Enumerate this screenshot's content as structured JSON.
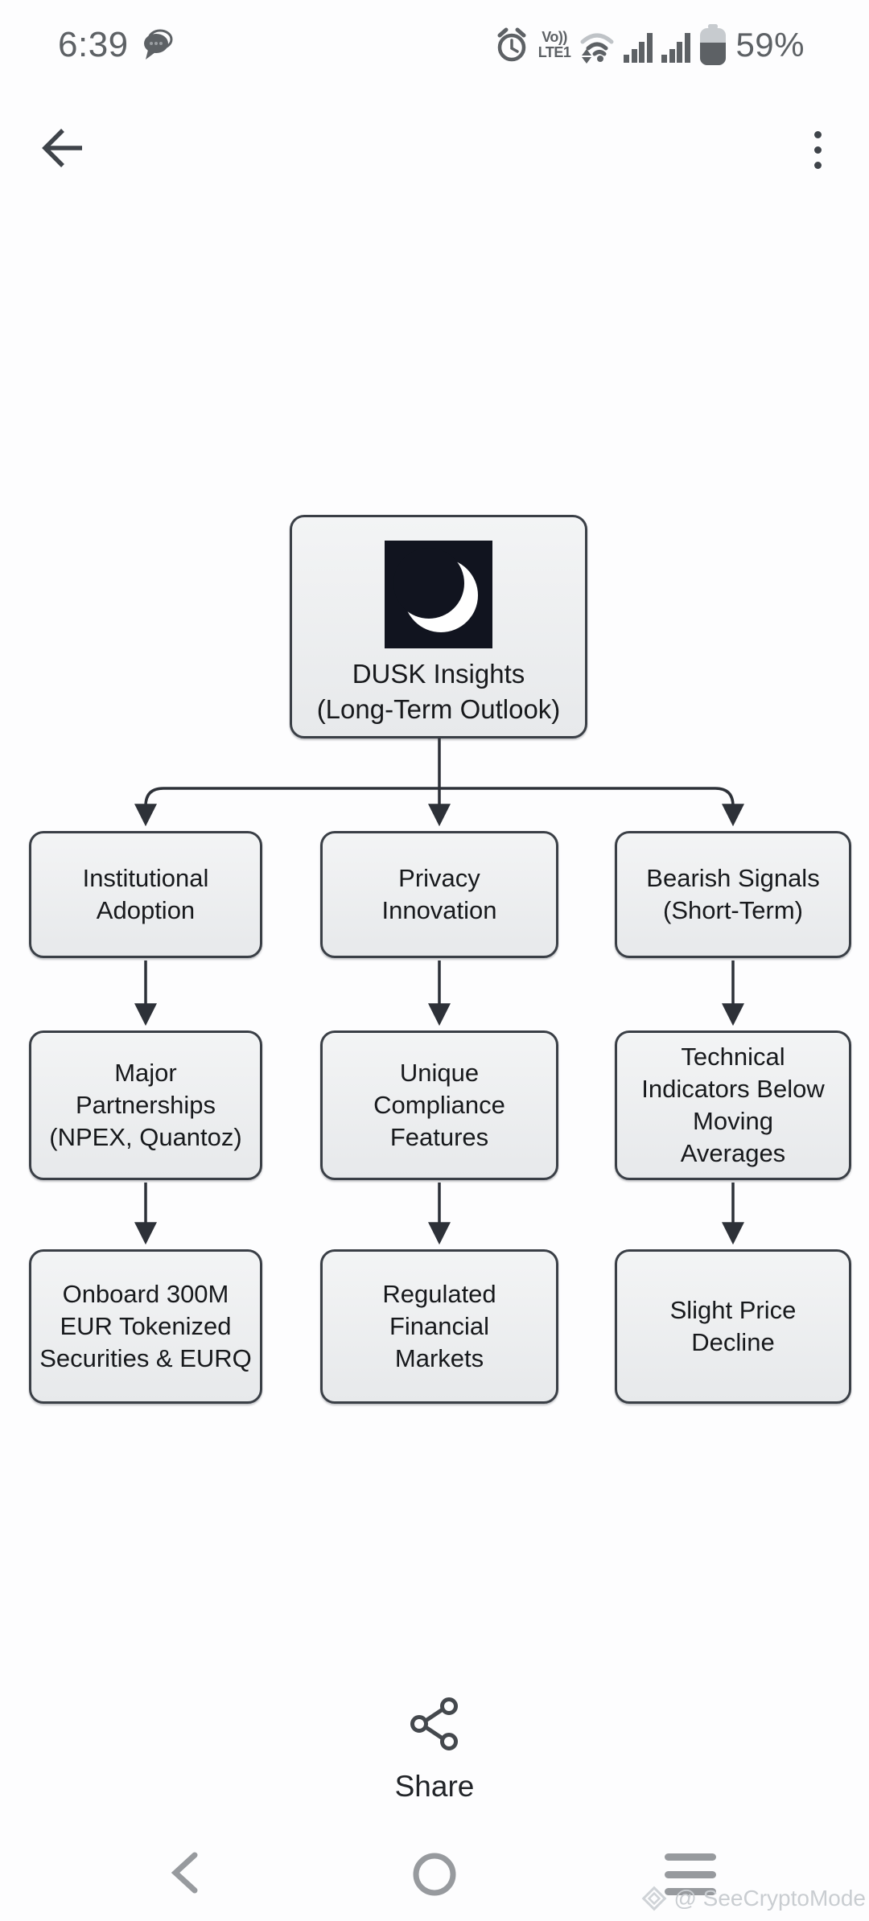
{
  "status_bar": {
    "time": "6:39",
    "volte_top": "Vo))",
    "volte_bottom": "LTE1",
    "battery_percent": "59%",
    "icons": [
      "chat-notification",
      "alarm",
      "volte",
      "wifi",
      "signal",
      "signal",
      "battery"
    ]
  },
  "app_bar": {
    "icons": [
      "back-arrow",
      "overflow-menu"
    ]
  },
  "diagram": {
    "root": {
      "text": "DUSK Insights\n(Long-Term Outlook)",
      "logo": "crescent-moon"
    },
    "columns": [
      {
        "nodes": [
          "Institutional\nAdoption",
          "Major\nPartnerships\n(NPEX, Quantoz)",
          "Onboard 300M\nEUR Tokenized\nSecurities & EURQ"
        ]
      },
      {
        "nodes": [
          "Privacy\nInnovation",
          "Unique\nCompliance\nFeatures",
          "Regulated\nFinancial\nMarkets"
        ]
      },
      {
        "nodes": [
          "Bearish Signals\n(Short-Term)",
          "Technical\nIndicators Below\nMoving\nAverages",
          "Slight Price\nDecline"
        ]
      }
    ]
  },
  "share": {
    "label": "Share",
    "icon": "share-nodes"
  },
  "nav_bar": {
    "icons": [
      "nav-back-chevron",
      "nav-home-circle",
      "nav-recents-lines"
    ]
  },
  "watermark": {
    "text": "@ SeeCryptoMode",
    "icon": "seecryptomode-gem"
  },
  "colors": {
    "node_fill": "#eceef0",
    "node_border": "#3a3f46",
    "connector": "#2d3138",
    "text_dark": "#17191c",
    "status_gray": "#5d6165",
    "nav_gray": "#979a9e",
    "watermark_gray": "#c9cdd1",
    "logo_bg": "#11141f",
    "logo_moon": "#ffffff"
  }
}
